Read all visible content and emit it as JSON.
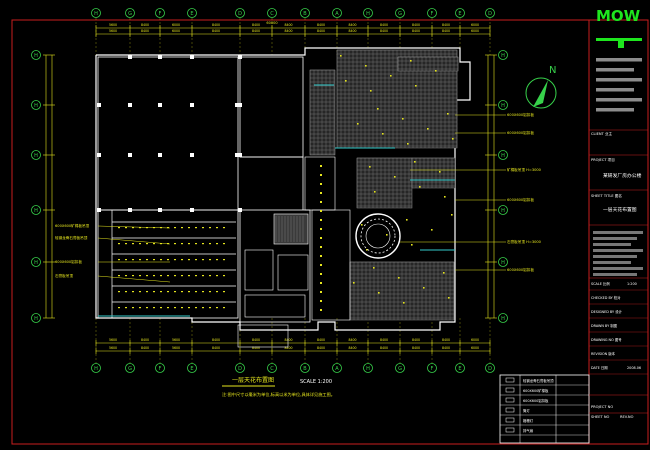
{
  "colors": {
    "background": "#000000",
    "wall": "#ffffff",
    "dimension": "#e6e61e",
    "grid_bubble": "#37d24b",
    "frame": "#c81e1e",
    "ceiling_tile": "#8c8c8c",
    "cyan_line": "#33cccc",
    "logo": "#1ee61e",
    "title_text": "#e6e61e"
  },
  "drawing": {
    "title": "一层天花布置图",
    "scale": "SCALE 1:200",
    "note": "注:图中尺寸以毫米为单位,标高以米为单位,具体详见施工图。"
  },
  "grid_top": [
    "H",
    "G",
    "F",
    "E",
    "D",
    "C",
    "B",
    "A",
    "H",
    "G",
    "F",
    "E",
    "D"
  ],
  "grid_side": [
    "H",
    "H",
    "H",
    "H",
    "H",
    "H"
  ],
  "grid_bottom": [
    "H",
    "G",
    "F",
    "E",
    "D",
    "C",
    "B",
    "A",
    "H",
    "G",
    "F",
    "E",
    "D"
  ],
  "dims_top": [
    "5600",
    "8400",
    "6000",
    "8400",
    "8400",
    "8400",
    "8400",
    "8400",
    "8400",
    "8400",
    "8400",
    "6000"
  ],
  "dims_bottom": [
    "5600",
    "8400",
    "5600",
    "8400",
    "8400",
    "8400",
    "8400",
    "8400",
    "8400",
    "8400",
    "8400",
    "6000"
  ],
  "dim_overall": "60000",
  "north_label": "N",
  "annotations_left": [
    "600X600矿棉板吊顶",
    "轻钢龙骨石膏板吊顶",
    "600X600铝扣板",
    "石膏板吊顶"
  ],
  "annotations_right": [
    "600X600铝扣板",
    "600X600铝扣板",
    "矿棉板吊顶 H=3000",
    "600X600铝扣板",
    "石膏板吊顶 H=3000",
    "600X600铝扣板"
  ],
  "title_block": {
    "logo": "MOW",
    "client_label": "CLIENT 业主",
    "project_label": "PROJECT 项目",
    "project_name": "某研发厂房办公楼",
    "sheet_title_label": "SHEET TITLE 图名",
    "sheet_title": "一层天花布置图",
    "scale_label": "SCALE 比例",
    "scale_value": "1:200",
    "checked_label": "CHECKED BY 校对",
    "designed_label": "DESIGNED BY 设计",
    "drawn_label": "DRAWN BY 制图",
    "drawing_no_label": "DRAWING NO 图号",
    "revision_label": "REVISION 版本",
    "date_label": "DATE 日期",
    "date_value": "2008.06",
    "project_no_label": "PROJECT NO",
    "sheet_no_label": "SHEET NO",
    "rev_no_label": "REV.NO"
  },
  "legend": {
    "rows": [
      "轻钢龙骨石膏板吊顶",
      "600X600矿棉板",
      "600X600铝扣板",
      "筒灯",
      "格栅灯",
      "排气扇"
    ]
  }
}
